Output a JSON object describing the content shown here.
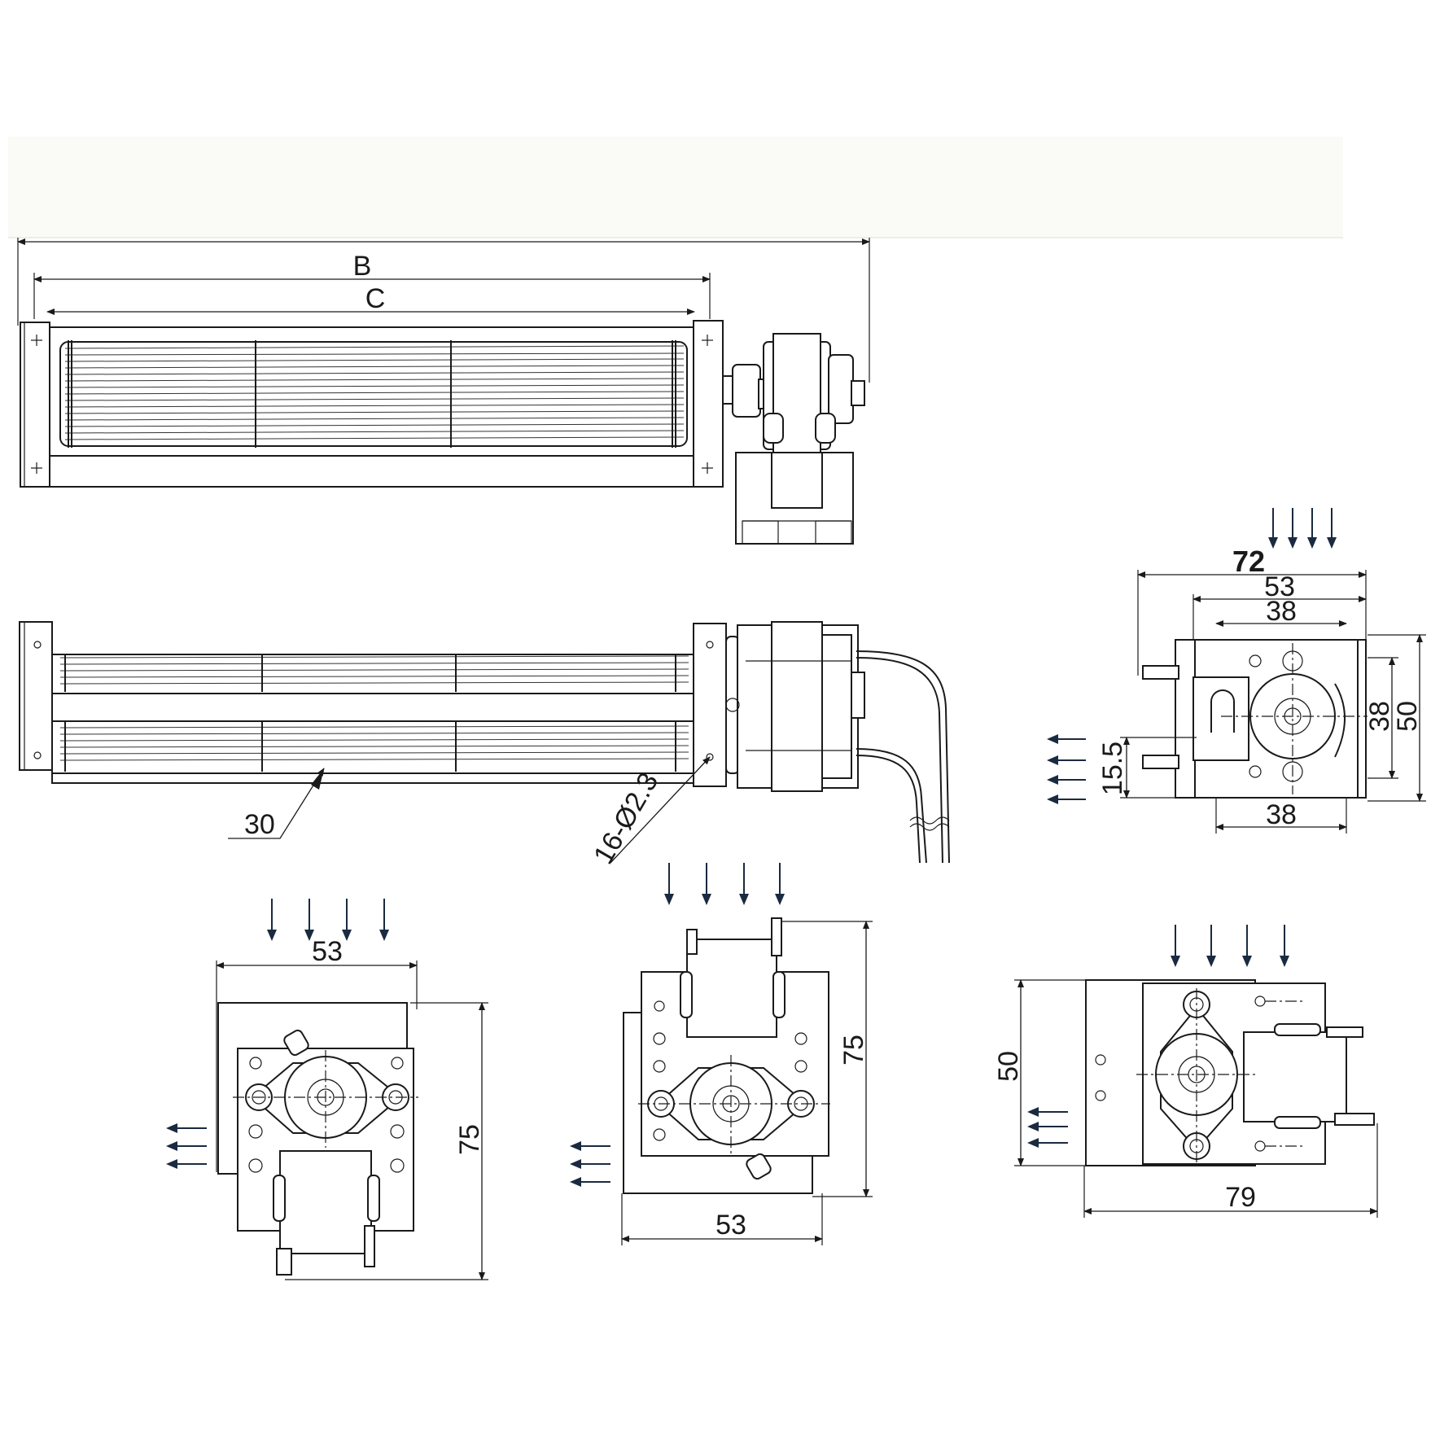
{
  "top_view": {
    "dim_b": "B",
    "dim_c": "C"
  },
  "front_view": {
    "dim_blade_height": "30",
    "dim_holes": "16-Ø2.3"
  },
  "side_view_a": {
    "dim_width": "53",
    "dim_height": "75"
  },
  "side_view_b": {
    "dim_width": "53",
    "dim_height": "75"
  },
  "side_view_c": {
    "dim_width": "79",
    "dim_height": "50"
  },
  "side_view_d": {
    "dim_overall": "72",
    "dim_mid": "53",
    "dim_inner_top": "38",
    "dim_inner_bottom": "38",
    "dim_right_inner": "38",
    "dim_right_outer": "50",
    "dim_offset": "15.5"
  }
}
